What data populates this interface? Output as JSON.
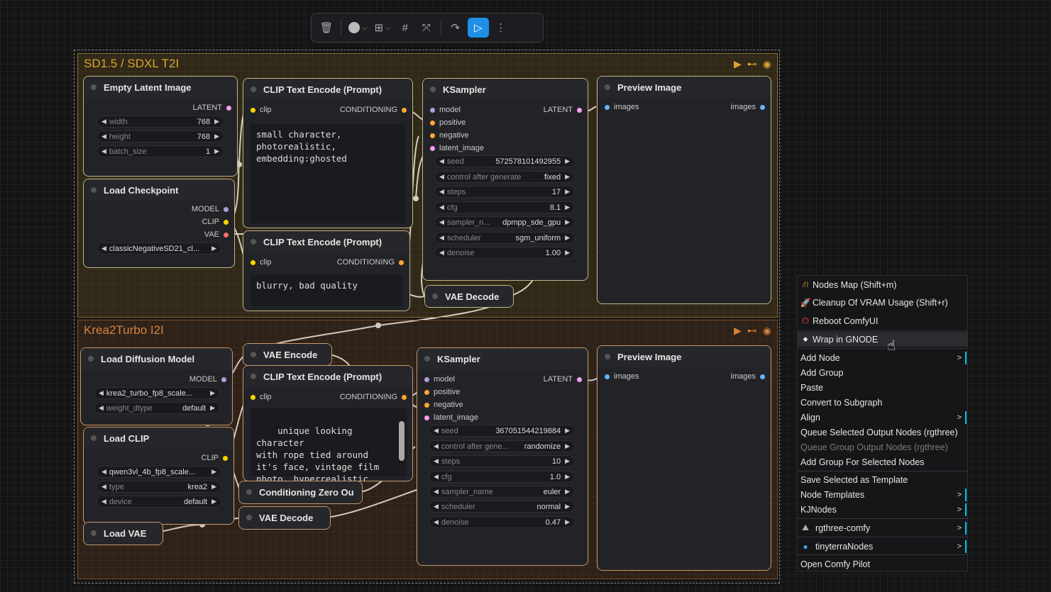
{
  "groups": {
    "g1": {
      "title": "SD1.5 / SDXL T2I"
    },
    "g2": {
      "title": "Krea2Turbo I2I"
    }
  },
  "colors": {
    "accent": "#1f8fe8",
    "group1": "#d9a62e",
    "group2": "#d5833c",
    "menu_bar": "#00c8e8"
  },
  "nodes": {
    "empty_latent": {
      "title": "Empty Latent Image",
      "out_latent": "LATENT",
      "width_label": "width",
      "width_val": "768",
      "height_label": "height",
      "height_val": "768",
      "batch_label": "batch_size",
      "batch_val": "1"
    },
    "load_ckpt": {
      "title": "Load Checkpoint",
      "out_model": "MODEL",
      "out_clip": "CLIP",
      "out_vae": "VAE",
      "ckpt_val": "classicNegativeSD21_cl..."
    },
    "clip_pos": {
      "title": "CLIP Text Encode (Prompt)",
      "in_clip": "clip",
      "out_cond": "CONDITIONING",
      "text": "small character,\nphotorealistic,\nembedding:ghosted"
    },
    "clip_neg": {
      "title": "CLIP Text Encode (Prompt)",
      "in_clip": "clip",
      "out_cond": "CONDITIONING",
      "text": "blurry, bad quality"
    },
    "ksampler1": {
      "title": "KSampler",
      "in_model": "model",
      "in_pos": "positive",
      "in_neg": "negative",
      "in_latent": "latent_image",
      "out_latent": "LATENT",
      "seed_label": "seed",
      "seed_val": "572578101492955",
      "control_label": "control after generate",
      "control_val": "fixed",
      "steps_label": "steps",
      "steps_val": "17",
      "cfg_label": "cfg",
      "cfg_val": "8.1",
      "sampler_label": "sampler_n...",
      "sampler_val": "dpmpp_sde_gpu",
      "scheduler_label": "scheduler",
      "scheduler_val": "sgm_uniform",
      "denoise_label": "denoise",
      "denoise_val": "1.00"
    },
    "preview1": {
      "title": "Preview Image",
      "in_images": "images",
      "out_images": "images"
    },
    "vae_decode1": {
      "title": "VAE Decode"
    },
    "load_diff": {
      "title": "Load Diffusion Model",
      "out_model": "MODEL",
      "model_val": "krea2_turbo_fp8_scale...",
      "dtype_label": "weight_dtype",
      "dtype_val": "default"
    },
    "vae_encode": {
      "title": "VAE Encode"
    },
    "clip_i2i": {
      "title": "CLIP Text Encode (Prompt)",
      "in_clip": "clip",
      "out_cond": "CONDITIONING",
      "text": "unique looking character\nwith rope tied around\nit's face, vintage film\nphoto, hyperrealistic,\nhigh quality"
    },
    "load_clip": {
      "title": "Load CLIP",
      "out_clip": "CLIP",
      "clip_val": "qwen3vl_4b_fp8_scale...",
      "type_label": "type",
      "type_val": "krea2",
      "device_label": "device",
      "device_val": "default"
    },
    "cond_zero": {
      "title": "Conditioning Zero Ou"
    },
    "vae_decode2": {
      "title": "VAE Decode"
    },
    "load_vae": {
      "title": "Load VAE"
    },
    "ksampler2": {
      "title": "KSampler",
      "in_model": "model",
      "in_pos": "positive",
      "in_neg": "negative",
      "in_latent": "latent_image",
      "out_latent": "LATENT",
      "seed_label": "seed",
      "seed_val": "367051544219884",
      "control_label": "control after gene...",
      "control_val": "randomize",
      "steps_label": "steps",
      "steps_val": "10",
      "cfg_label": "cfg",
      "cfg_val": "1.0",
      "sampler_label": "sampler_name",
      "sampler_val": "euler",
      "scheduler_label": "scheduler",
      "scheduler_val": "normal",
      "denoise_label": "denoise",
      "denoise_val": "0.47"
    },
    "preview2": {
      "title": "Preview Image",
      "in_images": "images",
      "out_images": "images"
    }
  },
  "menu": {
    "nodes_map": "Nodes Map (Shift+m)",
    "cleanup_vram": "Cleanup Of VRAM Usage (Shift+r)",
    "reboot": "Reboot ComfyUI",
    "wrap_gnode": "Wrap in GNODE",
    "add_node": "Add Node",
    "add_group": "Add Group",
    "paste": "Paste",
    "convert_subgraph": "Convert to Subgraph",
    "align": "Align",
    "queue_selected": "Queue Selected Output Nodes (rgthree)",
    "queue_group": "Queue Group Output Nodes (rgthree)",
    "add_group_selected": "Add Group For Selected Nodes",
    "save_template": "Save Selected as Template",
    "node_templates": "Node Templates",
    "kjnodes": "KJNodes",
    "rgthree": "rgthree-comfy",
    "tinyterra": "tinyterraNodes",
    "comfy_pilot": "Open Comfy Pilot",
    "submenu_arrow": ">"
  }
}
